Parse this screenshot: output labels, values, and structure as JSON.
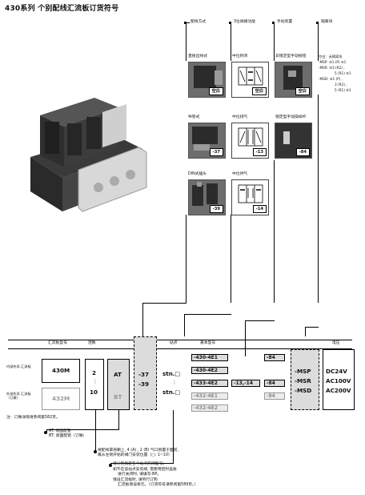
{
  "title": "430系列 个别配线汇流板订货符号",
  "headers": {
    "wiring": "配线方式",
    "func": "3位阀阀功能",
    "manual": "手动装置",
    "block": "隔离块"
  },
  "wiring_options": [
    {
      "name": "直接出线式",
      "code": "空白"
    },
    {
      "name": "导管式",
      "code": "-37"
    },
    {
      "name": "DIN式插头",
      "code": "-39"
    }
  ],
  "func_options": [
    {
      "name": "中位封闭",
      "code": "空白"
    },
    {
      "name": "中位排气",
      "code": "-13"
    },
    {
      "name": "中位供气",
      "code": "-14"
    }
  ],
  "manual_options": [
    {
      "name": "非锁定型手动按钮",
      "code": "空白"
    },
    {
      "name": "锁定型手动操纵杆",
      "code": "-84"
    }
  ],
  "block_text": {
    "l1": "空白：无隔离块",
    "l2": "-MSP: ⑩1 (P)  ⑩1",
    "l3": "-MSR: ⑩3 (R2) ,",
    "l4": "5 (R1) ⑩1",
    "l5": "-MSD: ⑩1 (P) ,",
    "l6": "3 (R2) ,",
    "l7": "5 (R1) ⑩1"
  },
  "table": {
    "col_manifold": "汇流板型号",
    "col_stations": "连数",
    "col_station_no": "站点",
    "col_base": "基本型号",
    "col_voltage": "电压",
    "row1_label": "内部先导 汇流板",
    "row2_label": "外部先导 汇流板 （订做）",
    "model1": "430M",
    "model2": "432M",
    "st_top": "2",
    "st_dots": "⋮",
    "st_bottom": "10",
    "port1": "AT",
    "port2": "BT",
    "wire1": "-37",
    "wire2": "-39",
    "stn1": "stn.□",
    "stn_dots": "⋮",
    "stn2": "stn.□",
    "base": [
      "-430-4E1",
      "-430-4E2",
      "-433-4E2",
      "-432-4E1",
      "-432-4E2"
    ],
    "func_code": "-13,-14",
    "manual_code": "-84",
    "block_codes": [
      "-MSP",
      "-MSR",
      "-MSD"
    ],
    "voltages": [
      "DC24V",
      "AC100V",
      "AC200V"
    ]
  },
  "note": "注：订做详情请参阅第582页。",
  "bullets": {
    "b1_l1": "AT: 侧面配管",
    "b1_l2": "BT: 底面配管（订做）",
    "b2_l1": "将配线罩壳朝上, 4 (A) , 2 (B) 气口侧置于面前,",
    "b2_l2": "再从左侧开始的阀门安装位置（□: 1~10）",
    "b3_l1": "请分别指定各个站点的阀型号。",
    "b3_l2": "如不在该站点安装阀, 需要用密封盖板",
    "b3_l3": "进行关闭时, 请填写-BP。",
    "b3_l4": "增设汇流板时, 请另行订购",
    "b3_l5": "汇流板增设单元。（订货符号请参阅第589页。）"
  }
}
